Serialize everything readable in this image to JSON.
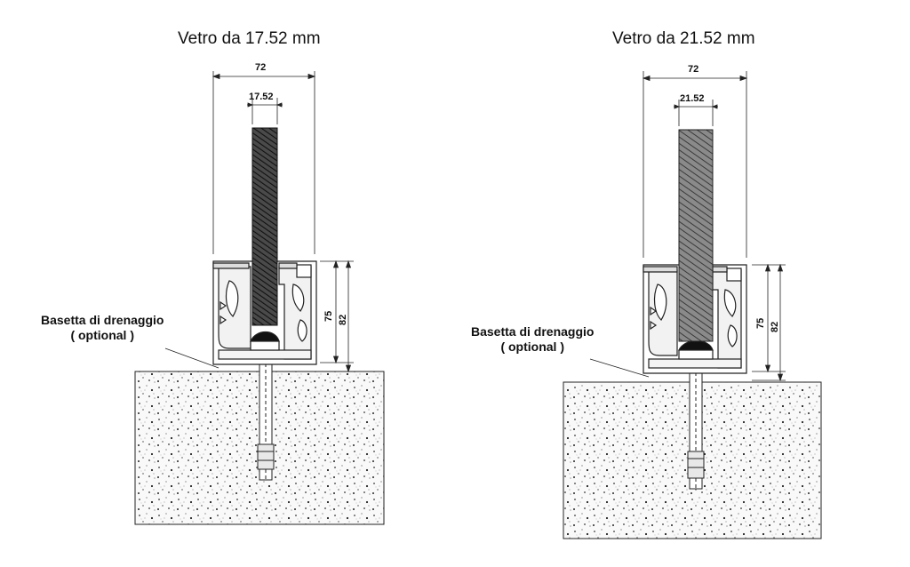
{
  "panels": [
    {
      "title": "Vetro da 17.52 mm",
      "dim_width": "72",
      "dim_glass": "17.52",
      "dim_height_inner": "75",
      "dim_height_outer": "82",
      "callout_line1": "Basetta di drenaggio",
      "callout_line2": "( optional )"
    },
    {
      "title": "Vetro da 21.52 mm",
      "dim_width": "72",
      "dim_glass": "21.52",
      "dim_height_inner": "75",
      "dim_height_outer": "82",
      "callout_line1": "Basetta di drenaggio",
      "callout_line2": "( optional )"
    }
  ],
  "colors": {
    "line": "#222222",
    "concrete": "#f7f7f7",
    "glass_left": "#3a3a3a",
    "glass_right": "#6a6a6a"
  }
}
